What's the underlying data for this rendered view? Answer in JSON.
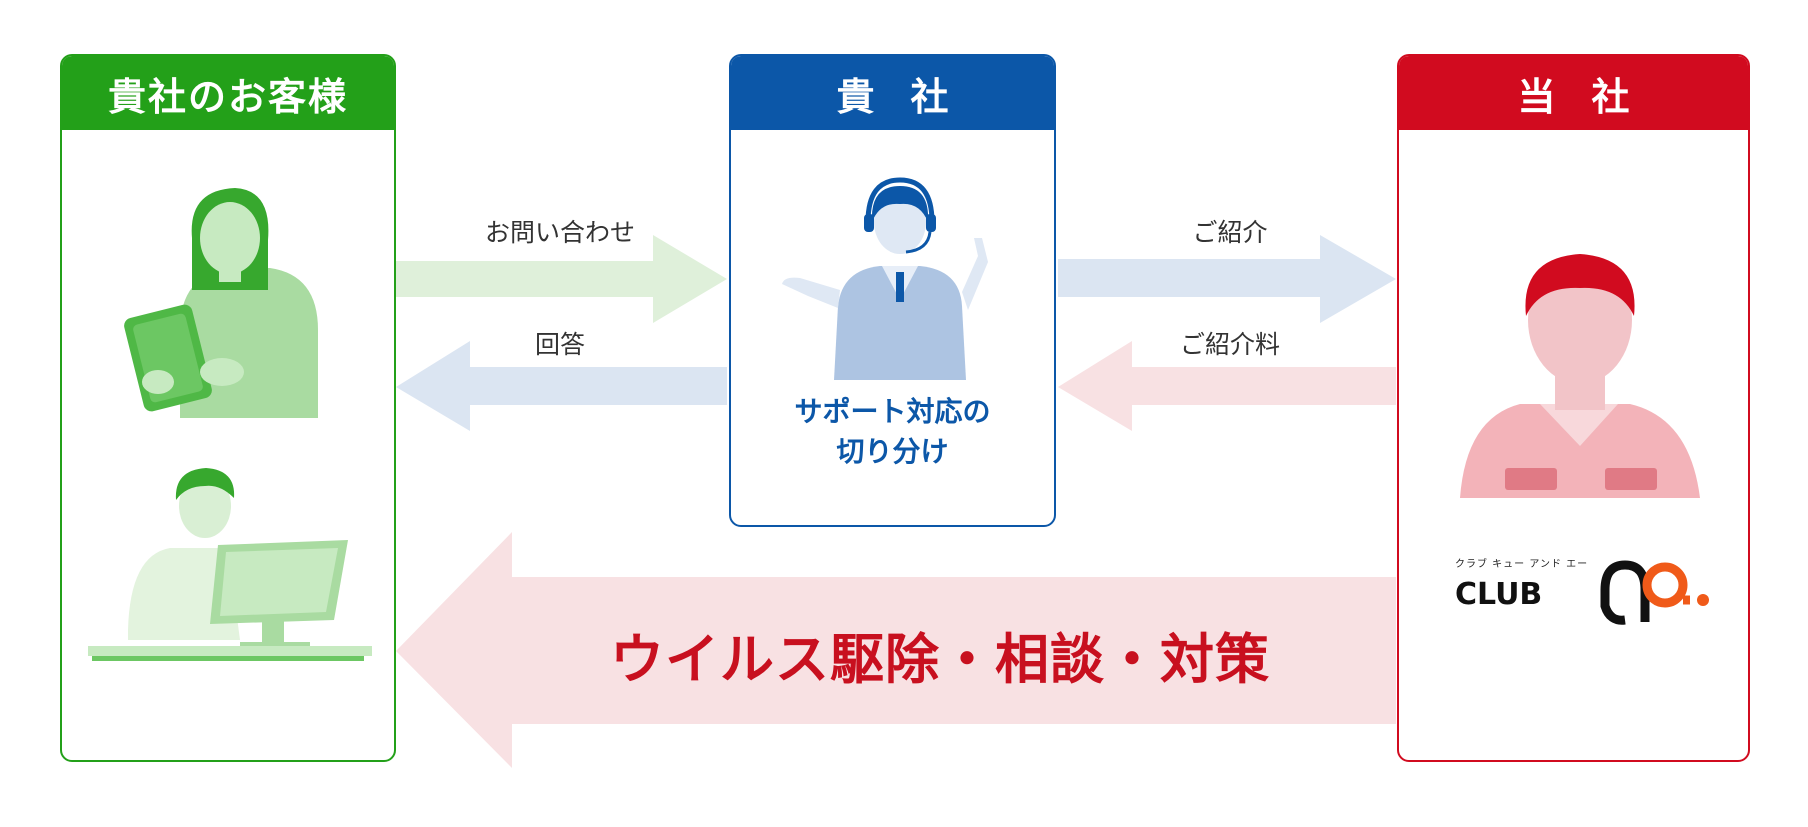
{
  "boxes": {
    "customer": {
      "title": "貴社のお客様"
    },
    "client": {
      "title": "貴社",
      "caption_line1": "サポート対応の",
      "caption_line2": "切り分け"
    },
    "us": {
      "title": "当社"
    }
  },
  "arrows": {
    "inquiry": "お問い合わせ",
    "answer": "回答",
    "referral": "ご紹介",
    "referral_fee": "ご紹介料"
  },
  "big_message": "ウイルス駆除・相談・対策",
  "logo": {
    "ruby": "クラブ キュー アンド エー",
    "wordmark": "CLUB"
  },
  "colors": {
    "green": "#23a019",
    "blue": "#0c57a8",
    "red": "#d10b1f",
    "light_green": "#dff0da",
    "light_blue": "#dbe5f2",
    "light_red": "#f8e1e3",
    "logo_orange": "#f05a19"
  }
}
